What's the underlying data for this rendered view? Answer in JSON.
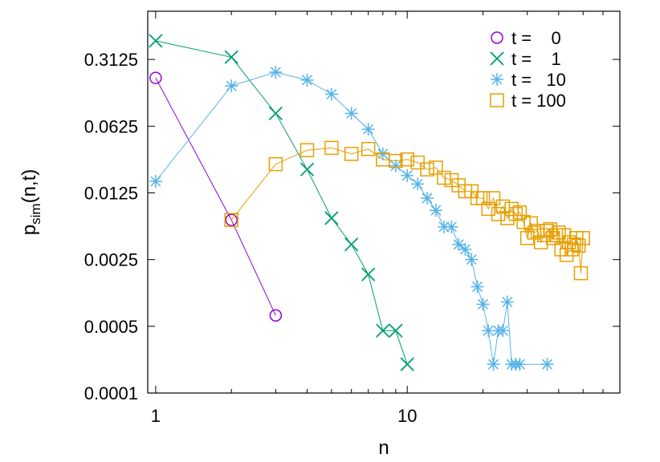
{
  "chart_data": {
    "type": "line",
    "x_scale": "log",
    "y_scale": "log",
    "xlabel": "n",
    "ylabel_main": "p",
    "ylabel_sub": "sim",
    "ylabel_rest": "(n,t)",
    "xlim": [
      0.93,
      70
    ],
    "ylim": [
      0.0001,
      1.0
    ],
    "xticks": [
      {
        "value": 1,
        "label": "1"
      },
      {
        "value": 10,
        "label": "10"
      }
    ],
    "yticks": [
      {
        "value": 0.0001,
        "label": "0.0001"
      },
      {
        "value": 0.0005,
        "label": "0.0005"
      },
      {
        "value": 0.0025,
        "label": "0.0025"
      },
      {
        "value": 0.0125,
        "label": "0.0125"
      },
      {
        "value": 0.0625,
        "label": "0.0625"
      },
      {
        "value": 0.3125,
        "label": "0.3125"
      }
    ],
    "grid": false,
    "legend_position": "top-right",
    "series": [
      {
        "name": "t =    0",
        "color": "#9400d3",
        "marker": "circle",
        "x": [
          1,
          2,
          3
        ],
        "y": [
          0.2,
          0.0065,
          0.00065
        ]
      },
      {
        "name": "t =    1",
        "color": "#009e73",
        "marker": "x",
        "x": [
          1,
          2,
          3,
          4,
          5,
          6,
          7,
          8,
          9,
          10
        ],
        "y": [
          0.49,
          0.33,
          0.085,
          0.022,
          0.0068,
          0.0036,
          0.00175,
          0.00045,
          0.00045,
          0.0002
        ]
      },
      {
        "name": "t =   10",
        "color": "#56b4e9",
        "marker": "star",
        "x": [
          1,
          2,
          3,
          4,
          5,
          6,
          7,
          8,
          9,
          10,
          11,
          12,
          13,
          14,
          15,
          16,
          17,
          18,
          19,
          20,
          21,
          22,
          23,
          24,
          25,
          26,
          27,
          28,
          36
        ],
        "y": [
          0.0165,
          0.165,
          0.23,
          0.19,
          0.135,
          0.085,
          0.058,
          0.032,
          0.024,
          0.019,
          0.0155,
          0.011,
          0.0082,
          0.0055,
          0.0055,
          0.0036,
          0.0032,
          0.0025,
          0.0013,
          0.00085,
          0.00045,
          0.0002,
          0.00045,
          0.00045,
          0.0009,
          0.0002,
          0.0002,
          0.0002,
          0.0002
        ]
      },
      {
        "name": "t = 100",
        "color": "#e69f00",
        "marker": "square",
        "x": [
          2,
          3,
          4,
          5,
          6,
          7,
          8,
          9,
          10,
          11,
          12,
          13,
          14,
          15,
          16,
          17,
          18,
          19,
          20,
          21,
          22,
          23,
          24,
          25,
          26,
          27,
          28,
          29,
          30,
          31,
          32,
          33,
          34,
          35,
          36,
          37,
          38,
          39,
          40,
          41,
          42,
          43,
          44,
          45,
          46,
          47,
          48,
          49,
          50
        ],
        "y": [
          0.0065,
          0.025,
          0.035,
          0.037,
          0.032,
          0.036,
          0.028,
          0.027,
          0.028,
          0.026,
          0.022,
          0.023,
          0.018,
          0.017,
          0.015,
          0.013,
          0.013,
          0.011,
          0.011,
          0.0085,
          0.011,
          0.0075,
          0.009,
          0.0068,
          0.0085,
          0.0075,
          0.0078,
          0.0062,
          0.0042,
          0.006,
          0.0048,
          0.005,
          0.0038,
          0.0045,
          0.005,
          0.0052,
          0.0042,
          0.0045,
          0.0048,
          0.0032,
          0.0045,
          0.0028,
          0.0038,
          0.0032,
          0.0036,
          0.0042,
          0.0035,
          0.0018,
          0.0042
        ]
      }
    ]
  }
}
